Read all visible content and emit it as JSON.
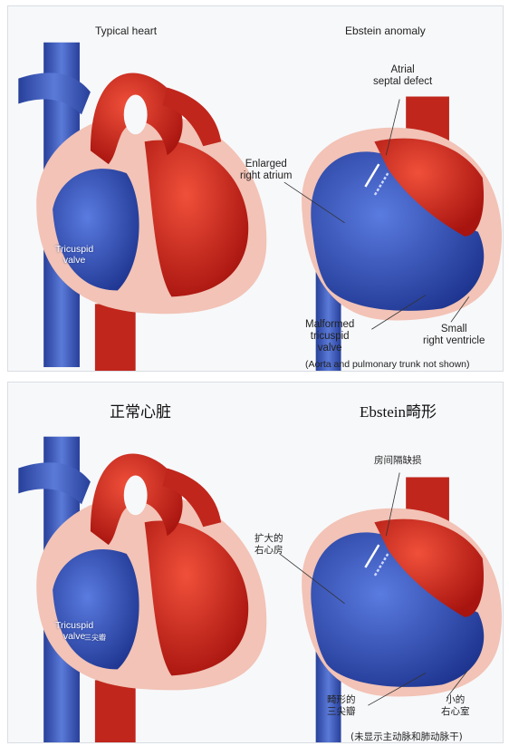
{
  "top": {
    "left_title": "Typical heart",
    "right_title": "Ebstein anomaly",
    "tricuspid_valve": "Tricuspid\nvalve",
    "atrial_septal_defect": "Atrial\nseptal defect",
    "enlarged_right_atrium": "Enlarged\nright atrium",
    "malformed_tricuspid_valve": "Malformed\ntricuspid\nvalve",
    "small_right_ventricle": "Small\nright ventricle",
    "note": "(Aorta and pulmonary trunk not shown)"
  },
  "bottom": {
    "left_title": "正常心脏",
    "right_title": "Ebstein畸形",
    "tricuspid_valve": "Tricuspid\nvalve",
    "tricuspid_valve_cn": "三尖瓣",
    "atrial_septal_defect": "房间隔缺损",
    "enlarged_right_atrium": "扩大的\n右心房",
    "malformed_tricuspid_valve": "畸形的\n三尖瓣",
    "small_right_ventricle": "小的\n右心室",
    "note": "(未显示主动脉和肺动脉干)"
  },
  "colors": {
    "oxygenated": "#d8281f",
    "deoxygenated": "#2f4fb0",
    "wall": "#f2c3b6",
    "vessel_blue": "#3f5fc0"
  }
}
